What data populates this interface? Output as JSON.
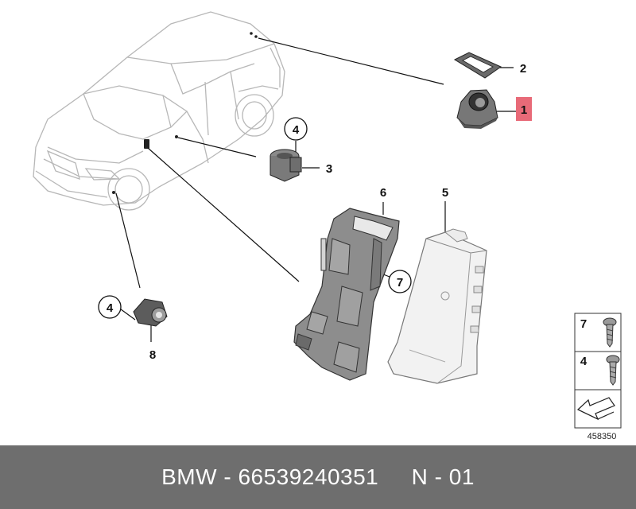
{
  "labels": {
    "p1": "1",
    "p2": "2",
    "p3": "3",
    "p4a": "4",
    "p4b": "4",
    "p5": "5",
    "p6": "6",
    "p7": "7",
    "p8": "8",
    "legend7": "7",
    "legend4": "4"
  },
  "image_id": "458350",
  "footer": {
    "brand": "BMW",
    "sep1": " - ",
    "part_number": "66539240351",
    "gap": "     ",
    "code": "N - 01"
  },
  "colors": {
    "highlight": "#e86a78",
    "footer_bg": "#6e6e6e",
    "part_fill": "#8a8a8a",
    "outline": "#b9b9b9"
  }
}
